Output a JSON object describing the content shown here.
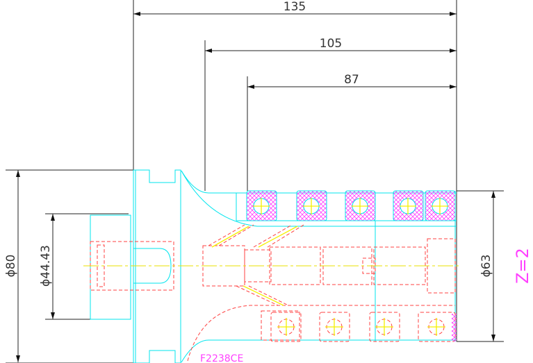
{
  "drawing": {
    "dimensions": {
      "overall_length": "135",
      "mid_length": "105",
      "short_length": "87",
      "flange_diameter": "ϕ80",
      "hub_diameter": "ϕ44.43",
      "body_diameter": "ϕ63"
    },
    "annotation_z": "Z=2",
    "part_number": "F2238CE"
  },
  "colors": {
    "outline": "#00e5ee",
    "hidden": "#ff4040",
    "centerline": "#f5f000",
    "hatch": "#ff40ff",
    "dimension": "#222222"
  }
}
